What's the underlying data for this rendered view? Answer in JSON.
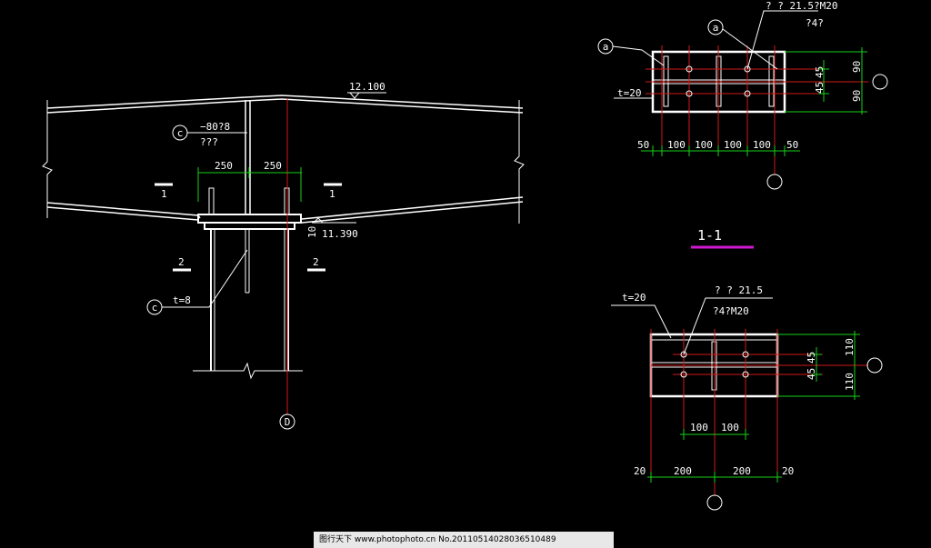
{
  "drawing": {
    "elevation_top": "12.100",
    "elevation_bottom": "11.390",
    "dim_250_left": "250",
    "dim_250_right": "250",
    "dim_10": "10",
    "stiffener_spec": "−80?8",
    "stiffener_note": "???",
    "plate_t8": "t=8",
    "section_mark_1": "1",
    "section_mark_2": "2",
    "bubble_c": "c",
    "bubble_d": "D",
    "bubble_a": "a"
  },
  "top_plate": {
    "bolt_spec": "? ?   21.5?M20",
    "bolt_count": "?4?",
    "thickness": "t=20",
    "dims_bottom": [
      "50",
      "100",
      "100",
      "100",
      "100",
      "50"
    ],
    "dim_45a": "45",
    "dim_45b": "45",
    "dim_90a": "90",
    "dim_90b": "90"
  },
  "section_title": "1-1",
  "bottom_plate": {
    "thickness": "t=20",
    "bolt_spec_1": "? ?   21.5",
    "bolt_spec_2": "?4?M20",
    "dim_100a": "100",
    "dim_100b": "100",
    "dim_20a": "20",
    "dim_200a": "200",
    "dim_200b": "200",
    "dim_20b": "20",
    "dim_45a": "45",
    "dim_45b": "45",
    "dim_110a": "110",
    "dim_110b": "110"
  },
  "watermark_text": "图行天下  www.photophoto.cn   No.20110514028036510489",
  "colors": {
    "background": "#000000",
    "lines": "#ffffff",
    "centerlines": "#d01818",
    "dimensions": "#18d018",
    "section_underline": "#d018d0"
  }
}
